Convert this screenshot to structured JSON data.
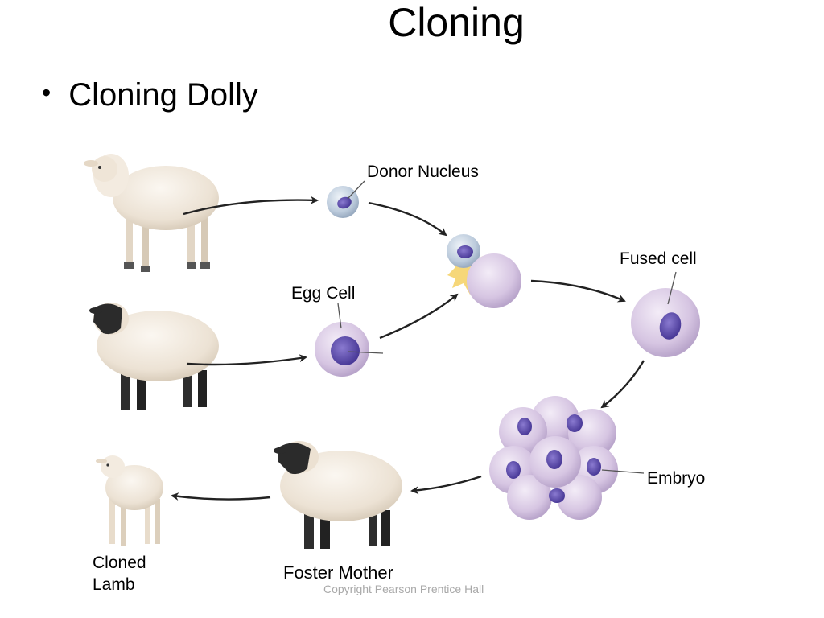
{
  "slide": {
    "title": "Cloning",
    "bullet": "Cloning Dolly"
  },
  "labels": {
    "donor_nucleus": "Donor Nucleus",
    "egg_cell": "Egg Cell",
    "fused_cell": "Fused cell",
    "embryo": "Embryo",
    "cloned_lamb_line1": "Cloned",
    "cloned_lamb_line2": "Lamb",
    "foster_mother": "Foster Mother"
  },
  "footer": {
    "copyright": "Copyright Pearson Prentice Hall"
  },
  "colors": {
    "wool": "#efe7dc",
    "wool_shade": "#d8cdbd",
    "black_face": "#2b2b2b",
    "cell_body": "#d9c9e4",
    "cell_body_blue": "#b9c8da",
    "nucleus": "#5b4aa8",
    "arrow": "#222222"
  },
  "icons": {
    "donor_sheep": "white-faced-sheep-icon",
    "egg_sheep": "black-faced-sheep-icon",
    "foster_sheep": "black-faced-sheep-icon",
    "lamb": "lamb-icon"
  }
}
